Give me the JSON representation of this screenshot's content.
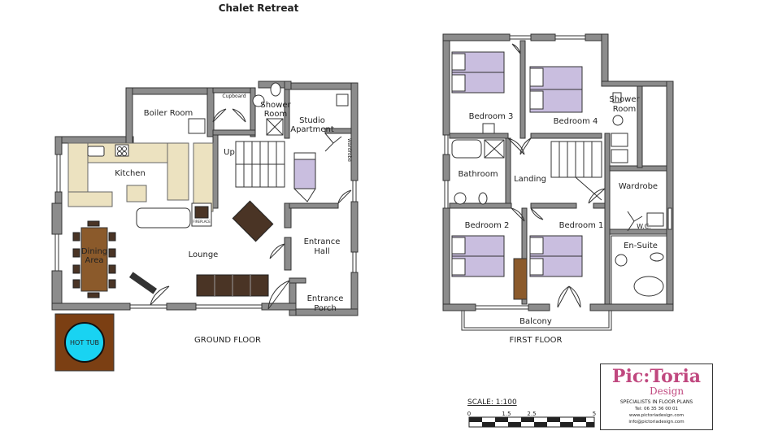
{
  "title": "Chalet Retreat",
  "ground_floor": {
    "label": "GROUND FLOOR",
    "rooms": {
      "boiler_room": "Boiler Room",
      "cupboard": "Cupboard",
      "shower_room": "Shower\nRoom",
      "studio_apartment": "Studio\nApartment",
      "wardrobe": "Wardrobe",
      "kitchen": "Kitchen",
      "dining_area": "Dining\nArea",
      "lounge": "Lounge",
      "entrance_hall": "Entrance\nHall",
      "entrance_porch": "Entrance\nPorch",
      "up": "Up",
      "fireplace": "FIREPLACE",
      "hot_tub": "HOT TUB"
    }
  },
  "first_floor": {
    "label": "FIRST FLOOR",
    "rooms": {
      "bedroom_3": "Bedroom 3",
      "bedroom_4": "Bedroom 4",
      "shower_room": "Shower\nRoom",
      "bathroom": "Bathroom",
      "landing": "Landing",
      "wardrobe": "Wardrobe",
      "bedroom_2": "Bedroom 2",
      "bedroom_1": "Bedroom 1",
      "wc": "W.C.",
      "en_suite": "En-Suite",
      "balcony": "Balcony"
    }
  },
  "scale": {
    "label": "SCALE: 1:100",
    "ticks": [
      "0",
      "1.5",
      "2.5",
      "5"
    ]
  },
  "logo": {
    "brand": "Pic:Toria",
    "sub": "Design",
    "tagline": "SPECIALISTS IN FLOOR PLANS",
    "tel": "Tel: 06 35 36 00 01",
    "web": "www.pictoriadesign.com",
    "email": "info@pictoriadesign.com"
  },
  "colors": {
    "wall": "#8c8c8c",
    "bed": "#c9bedf",
    "wood": "#8b5a2b",
    "kitchen_worktop": "#ece2c0",
    "hot_tub_water": "#19d3f2",
    "hot_tub_frame": "#7b3f13",
    "logo": "#c0487f"
  }
}
